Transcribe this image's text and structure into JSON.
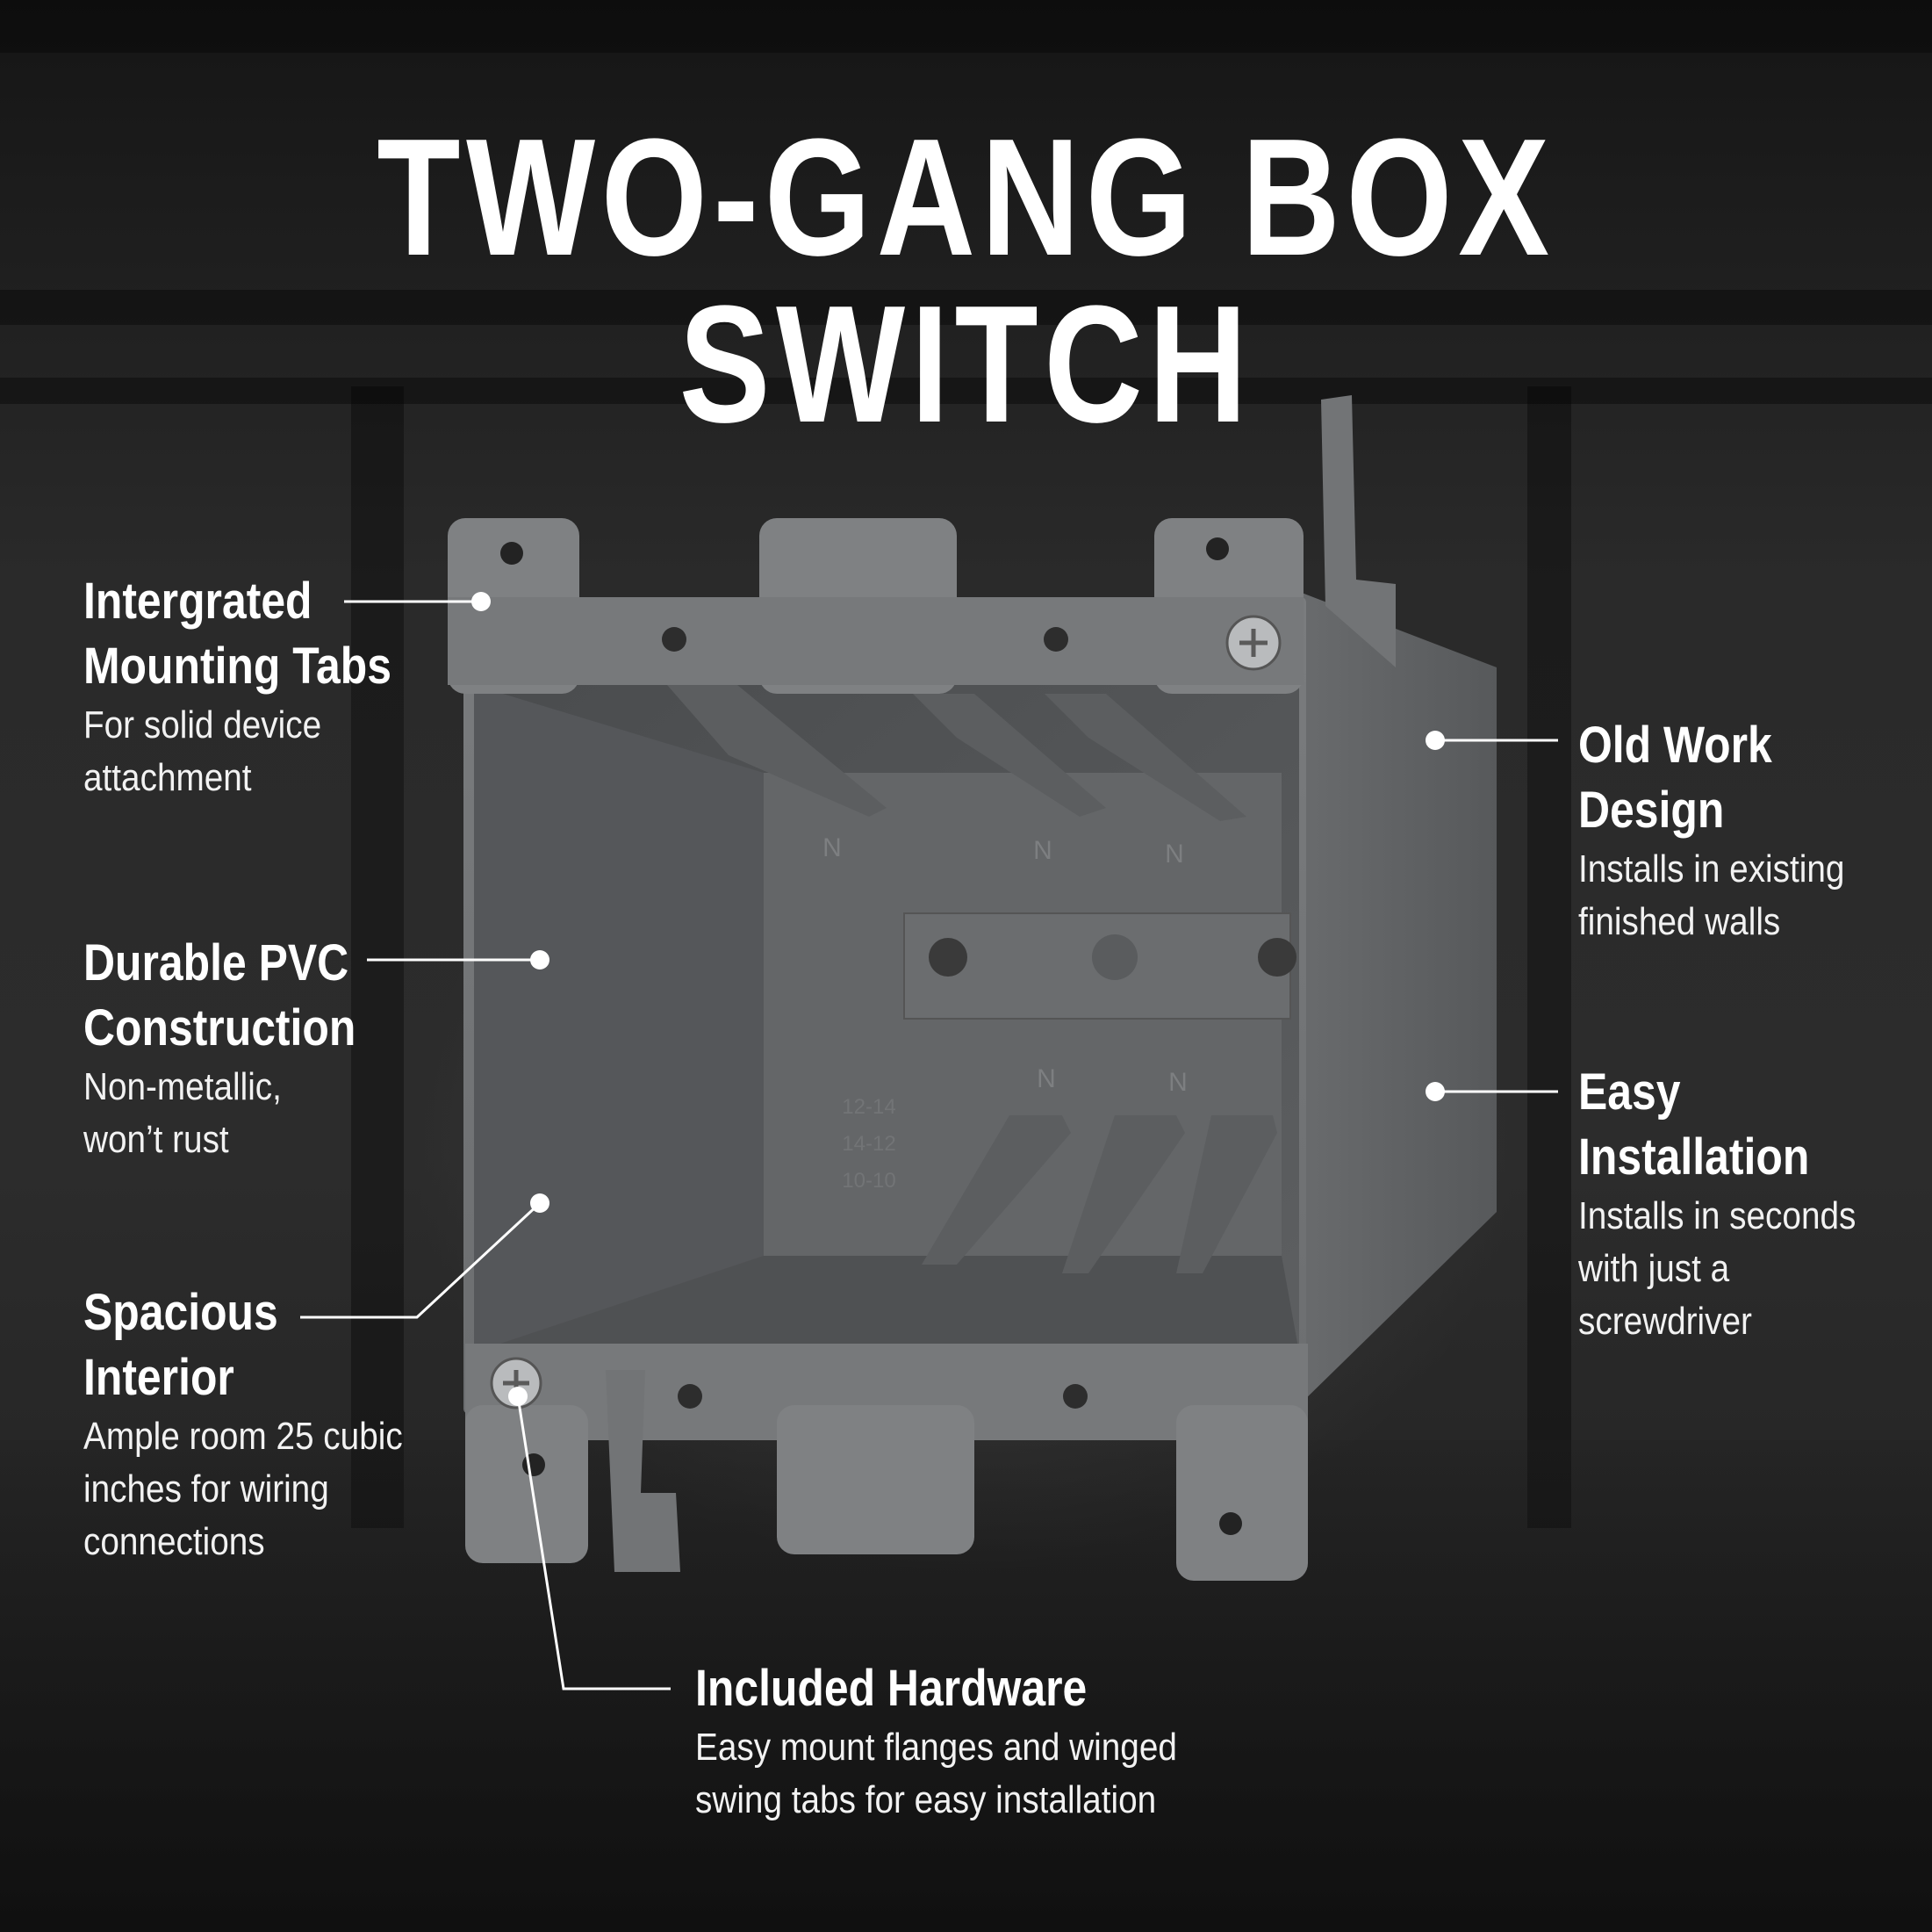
{
  "title": "TWO-GANG BOX SWITCH",
  "colors": {
    "text": "#ffffff",
    "background": "#222222",
    "box": "#6f7173"
  },
  "callouts": {
    "mounting_tabs": {
      "heading": [
        "Intergrated",
        "Mounting Tabs"
      ],
      "description": [
        "For solid device",
        "attachment"
      ]
    },
    "durable_pvc": {
      "heading": [
        "Durable PVC",
        "Construction"
      ],
      "description": [
        "Non-metallic,",
        "won’t rust"
      ]
    },
    "spacious_interior": {
      "heading": [
        "Spacious",
        "Interior"
      ],
      "description": [
        "Ample room 25 cubic",
        "inches for wiring",
        "connections"
      ]
    },
    "old_work": {
      "heading": [
        "Old Work",
        "Design"
      ],
      "description": [
        "Installs in existing",
        "finished walls"
      ]
    },
    "easy_installation": {
      "heading": [
        "Easy",
        "Installation"
      ],
      "description": [
        "Installs in seconds",
        "with just a",
        "screwdriver"
      ]
    },
    "included_hardware": {
      "heading": [
        "Included Hardware"
      ],
      "description": [
        "Easy mount flanges and winged",
        "swing tabs for easy installation"
      ]
    }
  },
  "box_markings": {
    "terminal_letter": "N",
    "rating_lines": [
      "12-14",
      "14-12",
      "10-10"
    ]
  }
}
